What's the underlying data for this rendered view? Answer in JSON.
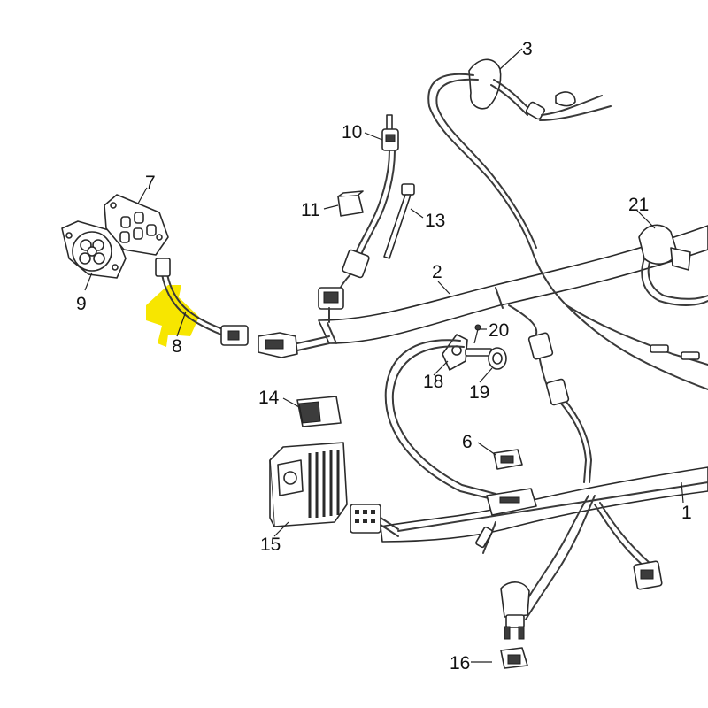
{
  "callouts": {
    "n1": "1",
    "n2": "2",
    "n3": "3",
    "n6": "6",
    "n7": "7",
    "n8": "8",
    "n9": "9",
    "n10": "10",
    "n11": "11",
    "n13": "13",
    "n14": "14",
    "n15": "15",
    "n16": "16",
    "n18": "18",
    "n19": "19",
    "n20": "20",
    "n21": "21"
  },
  "colors": {
    "highlight": "#f7e600",
    "line": "#2a2a2a"
  }
}
